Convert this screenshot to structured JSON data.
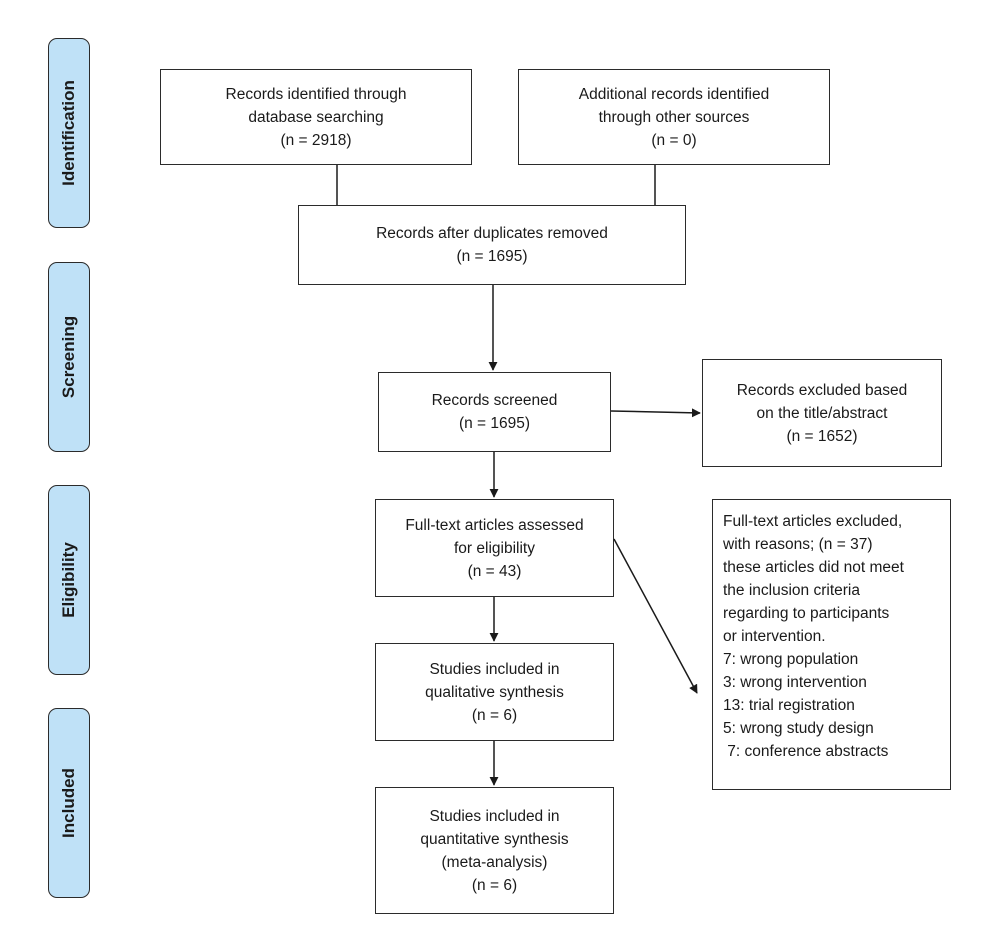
{
  "phases": {
    "identification": "Identification",
    "screening": "Screening",
    "eligibility": "Eligibility",
    "included": "Included"
  },
  "boxes": {
    "database_records": [
      "Records identified through",
      "database searching",
      "(n = 2918)"
    ],
    "other_records": [
      "Additional records identified",
      "through other sources",
      "(n = 0)"
    ],
    "after_duplicates": [
      "Records after duplicates removed",
      "(n = 1695)"
    ],
    "screened": [
      "Records screened",
      "(n = 1695)"
    ],
    "excluded_title": [
      "Records excluded based",
      "on the title/abstract",
      "(n = 1652)"
    ],
    "fulltext_assessed": [
      "Full-text articles assessed",
      "for eligibility",
      "(n = 43)"
    ],
    "fulltext_excluded": [
      "Full-text articles excluded,",
      "with reasons; (n = 37)",
      "these articles did not meet",
      "the inclusion criteria",
      "regarding to participants",
      "or intervention.",
      "7: wrong population",
      "3: wrong intervention",
      "13: trial registration",
      "5: wrong study design",
      " 7: conference abstracts"
    ],
    "qualitative": [
      "Studies included in",
      "qualitative synthesis",
      "(n = 6)"
    ],
    "quantitative": [
      "Studies included in",
      "quantitative synthesis",
      "(meta-analysis)",
      "(n = 6)"
    ]
  }
}
